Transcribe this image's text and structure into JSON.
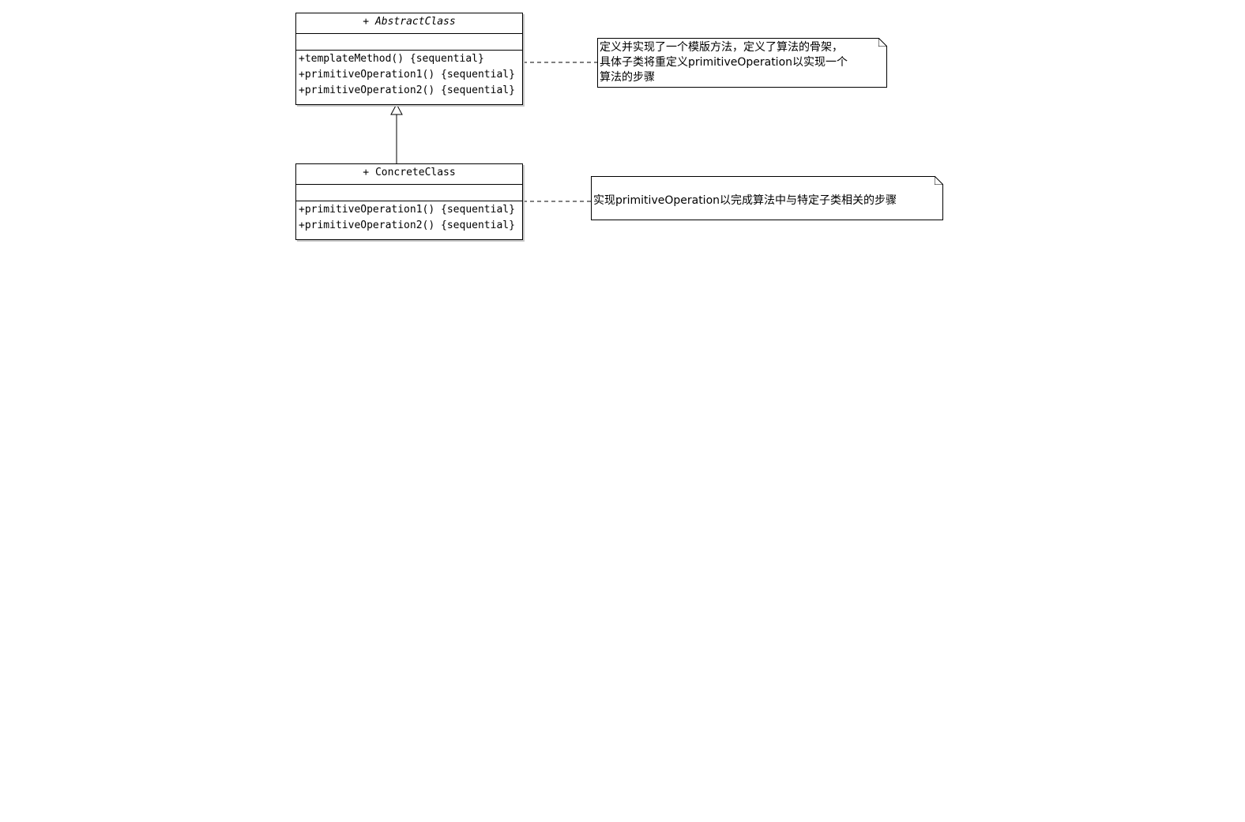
{
  "diagram": {
    "abstract_class": {
      "name": "+ AbstractClass",
      "operations": [
        "+templateMethod() {sequential}",
        "+primitiveOperation1() {sequential}",
        "+primitiveOperation2() {sequential}"
      ]
    },
    "concrete_class": {
      "name": "+ ConcreteClass",
      "operations": [
        "+primitiveOperation1() {sequential}",
        "+primitiveOperation2() {sequential}"
      ]
    },
    "note_abstract": {
      "lines": [
        "定义并实现了一个模版方法，定义了算法的骨架，",
        "具体子类将重定义primitiveOperation以实现一个",
        "算法的步骤"
      ]
    },
    "note_concrete": {
      "lines": [
        "实现primitiveOperation以完成算法中与特定子类相关的步骤"
      ]
    }
  }
}
